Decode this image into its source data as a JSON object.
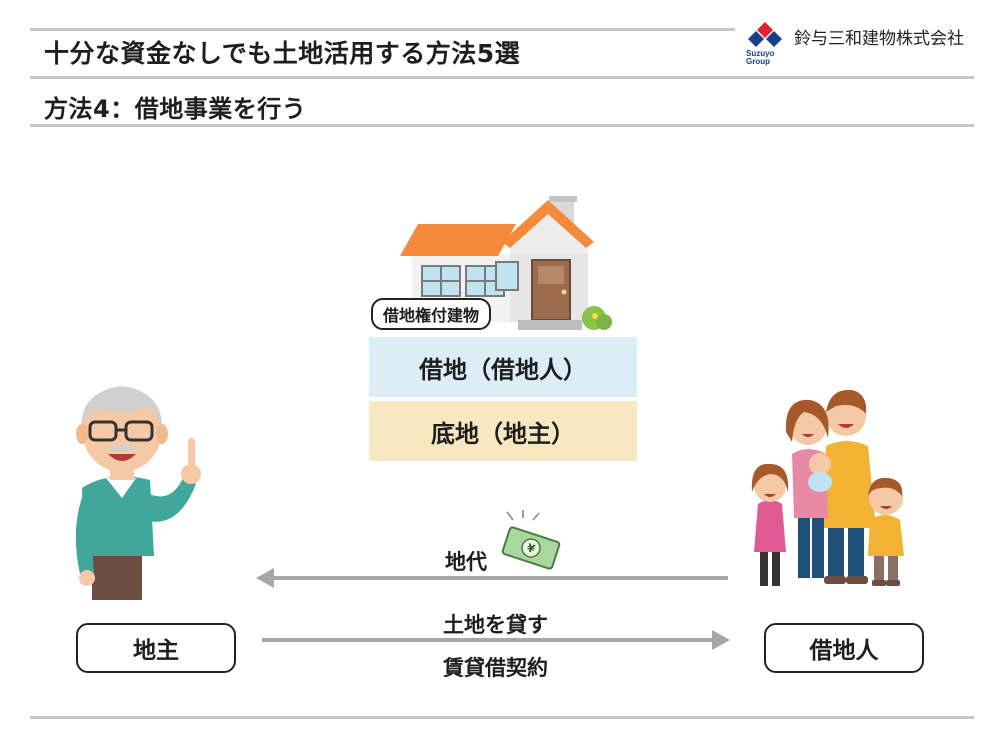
{
  "header": {
    "title": "十分な資金なしでも土地活用する方法5選",
    "subtitle": "方法4：借地事業を行う",
    "company": "鈴与三和建物株式会社",
    "logo_text_1": "Suzuyo",
    "logo_text_2": "Group"
  },
  "diagram": {
    "building_tag": "借地権付建物",
    "band_top": "借地（借地人）",
    "band_bottom": "底地（地主）",
    "landowner": "地主",
    "tenant": "借地人",
    "arrow_rent_label": "地代",
    "arrow_lend_label": "土地を貸す",
    "contract_label": "賃貸借契約"
  },
  "colors": {
    "logo_red": "#e0232e",
    "logo_blue": "#1a3e8c",
    "band_top_bg": "#dcedf7",
    "band_bottom_bg": "#f7e8c2",
    "arrow": "#a7a7a7",
    "roof": "#f5893c"
  },
  "icons": {
    "house": "house-icon",
    "money": "money-bill-icon",
    "landowner": "elderly-man-illustration",
    "tenant": "family-illustration"
  }
}
